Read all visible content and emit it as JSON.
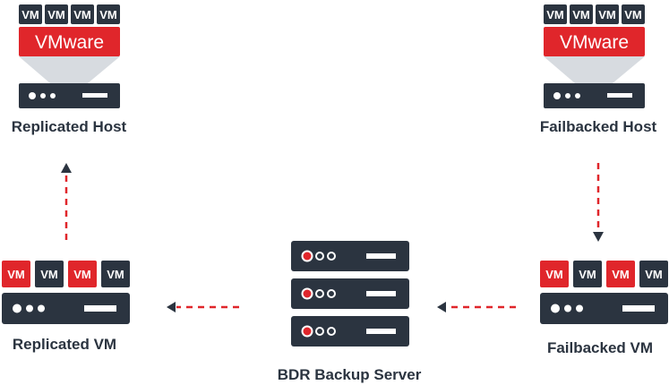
{
  "colors": {
    "dark": "#2b3440",
    "red": "#e0262b",
    "cone": "#d7dbe0",
    "arrow": "#e0262b",
    "arrow_head": "#2b3440"
  },
  "replicated_host": {
    "label": "Replicated Host",
    "brand": "VMware",
    "vms": [
      "VM",
      "VM",
      "VM",
      "VM"
    ]
  },
  "failbacked_host": {
    "label": "Failbacked Host",
    "brand": "VMware",
    "vms": [
      "VM",
      "VM",
      "VM",
      "VM"
    ]
  },
  "replicated_vm": {
    "label": "Replicated VM",
    "vms": [
      "VM",
      "VM",
      "VM",
      "VM"
    ]
  },
  "failbacked_vm": {
    "label": "Failbacked VM",
    "vms": [
      "VM",
      "VM",
      "VM",
      "VM"
    ]
  },
  "backup_server": {
    "label": "BDR Backup Server"
  }
}
